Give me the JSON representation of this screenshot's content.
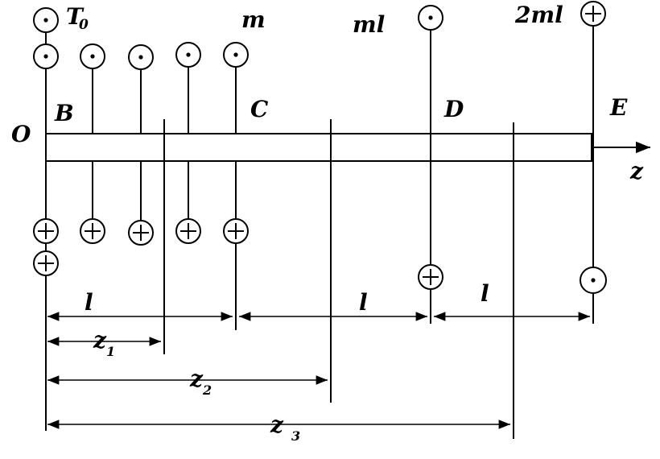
{
  "labels": {
    "T0": "T",
    "T0_sub": "0",
    "m": "m",
    "ml": "ml",
    "two_ml": "2ml",
    "O": "O",
    "B": "B",
    "C": "C",
    "D": "D",
    "E": "E",
    "z_axis": "z"
  },
  "dimensions": {
    "l1": "l",
    "l2": "l",
    "l3": "l",
    "z1": "z",
    "z1_sub": "1",
    "z2": "z",
    "z2_sub": "2",
    "z3": "z",
    "z3_sub": "3"
  },
  "symbols": {
    "dot_marker": "circled-dot-icon",
    "plus_marker": "circled-plus-icon"
  }
}
